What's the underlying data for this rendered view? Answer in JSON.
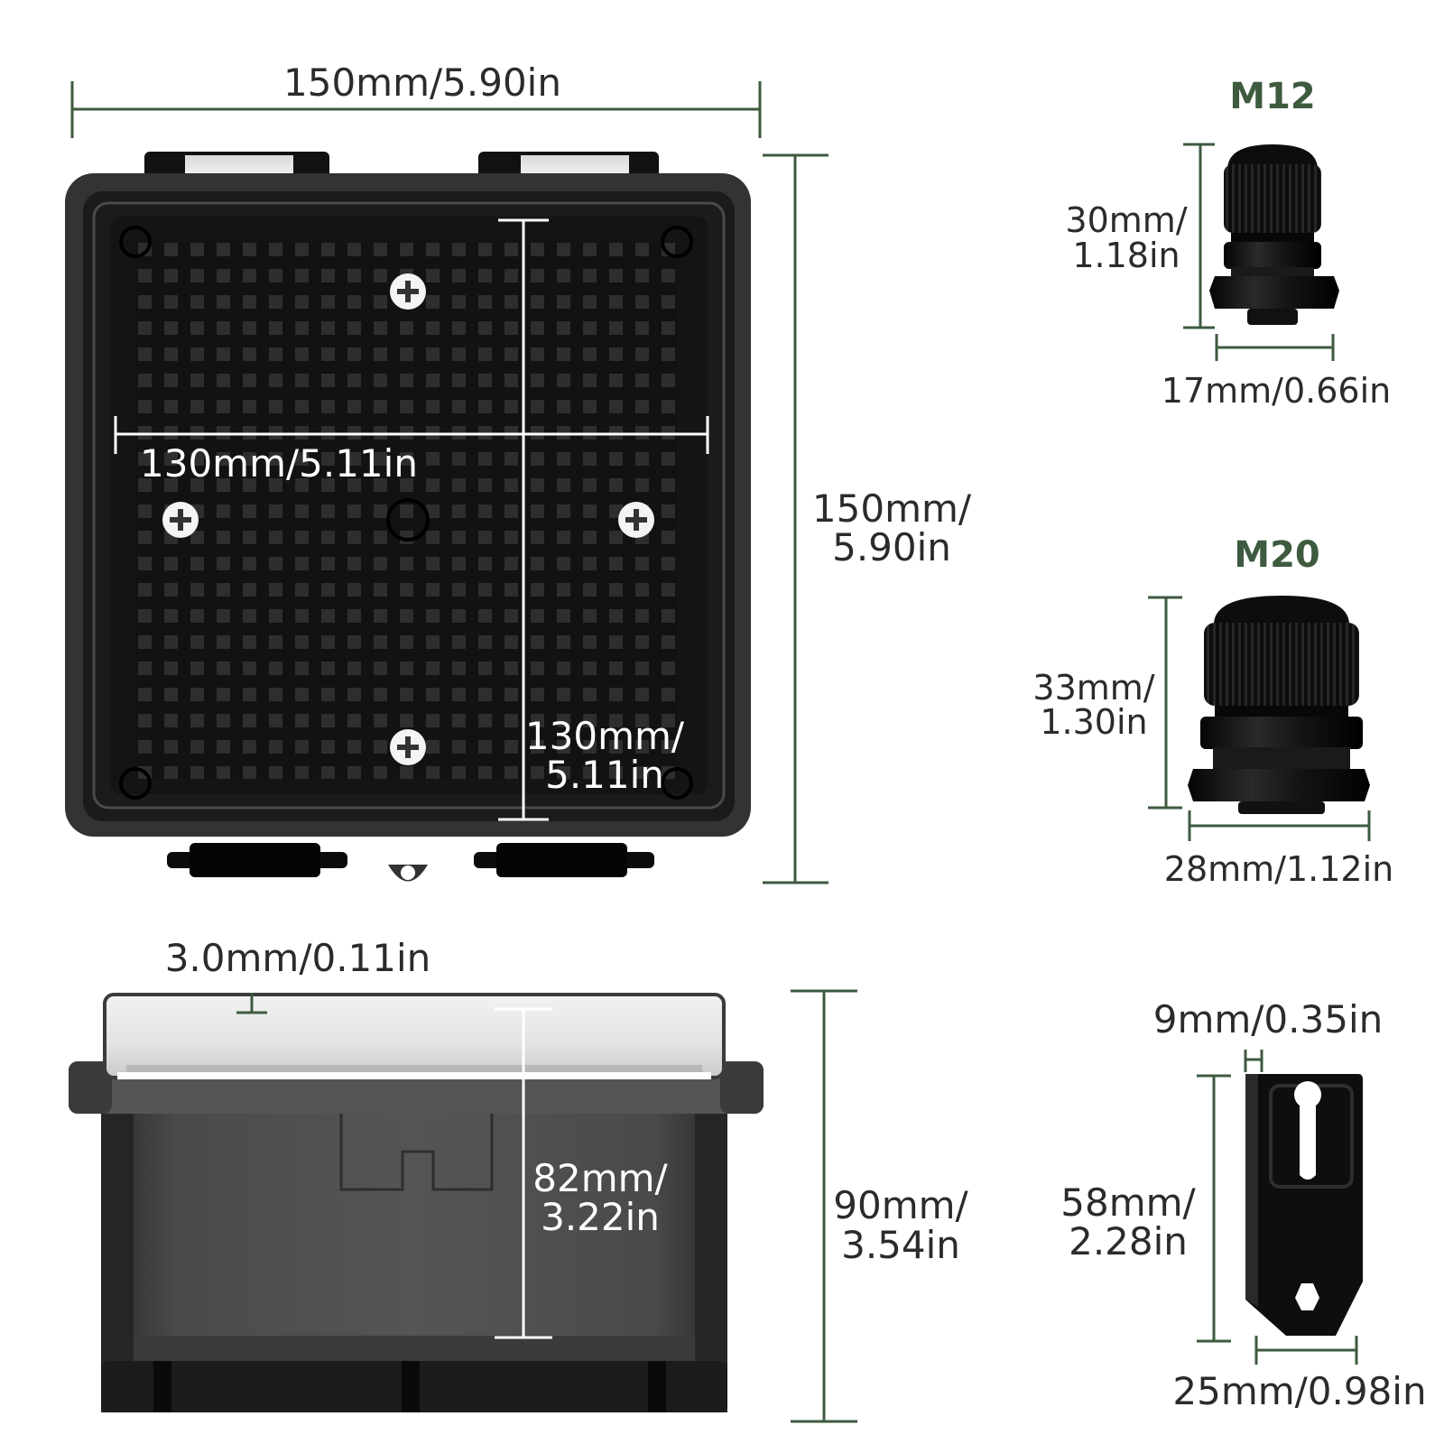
{
  "colors": {
    "dimension_line": "#3e5a3f",
    "heading": "#3e5a3f",
    "label_on_product": "#ffffff",
    "label": "#2b2b2b",
    "product": "#1a1a1a"
  },
  "box_top": {
    "width_label": "150mm/5.90in",
    "height_label": [
      "150mm/",
      "5.90in"
    ],
    "inner_width_label": "130mm/5.11in",
    "inner_height_label": [
      "130mm/",
      "5.11in"
    ]
  },
  "box_side": {
    "wall_label": "3.0mm/0.11in",
    "inner_depth_label": [
      "82mm/",
      "3.22in"
    ],
    "height_label": [
      "90mm/",
      "3.54in"
    ]
  },
  "gland_m12": {
    "title": "M12",
    "height_label": [
      "30mm/",
      "1.18in"
    ],
    "width_label": "17mm/0.66in"
  },
  "gland_m20": {
    "title": "M20",
    "height_label": [
      "33mm/",
      "1.30in"
    ],
    "width_label": "28mm/1.12in"
  },
  "bracket": {
    "thickness_label": "9mm/0.35in",
    "height_label": [
      "58mm/",
      "2.28in"
    ],
    "width_label": "25mm/0.98in"
  }
}
